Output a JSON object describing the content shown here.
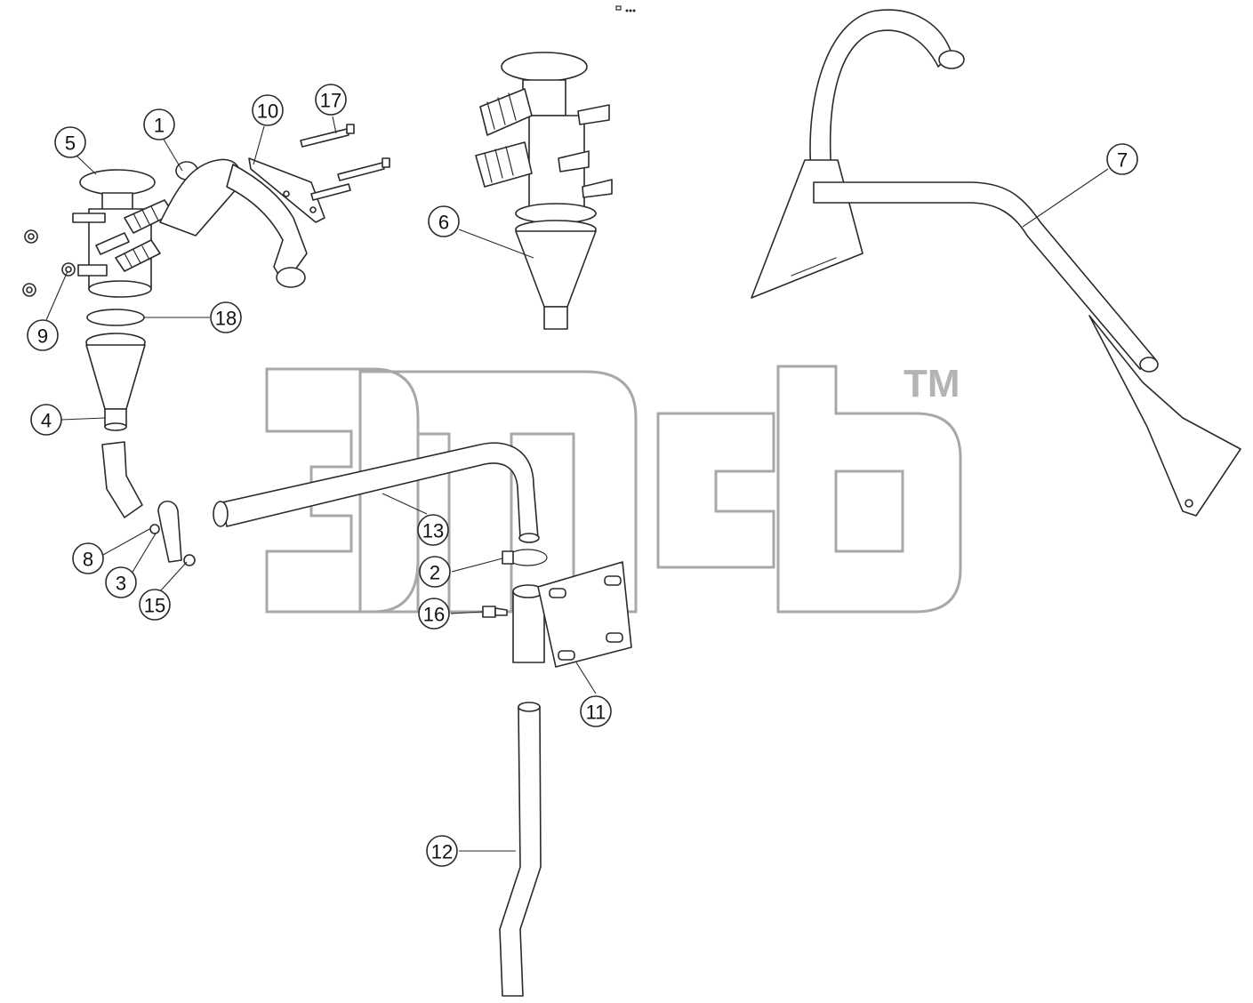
{
  "watermark": {
    "mark": "TM"
  },
  "callouts": [
    {
      "id": "1",
      "label": "1"
    },
    {
      "id": "2",
      "label": "2"
    },
    {
      "id": "3",
      "label": "3"
    },
    {
      "id": "4",
      "label": "4"
    },
    {
      "id": "5",
      "label": "5"
    },
    {
      "id": "6",
      "label": "6"
    },
    {
      "id": "7",
      "label": "7"
    },
    {
      "id": "8",
      "label": "8"
    },
    {
      "id": "9",
      "label": "9"
    },
    {
      "id": "10",
      "label": "10"
    },
    {
      "id": "11",
      "label": "11"
    },
    {
      "id": "12",
      "label": "12"
    },
    {
      "id": "13",
      "label": "13"
    },
    {
      "id": "15",
      "label": "15"
    },
    {
      "id": "16",
      "label": "16"
    },
    {
      "id": "17",
      "label": "17"
    },
    {
      "id": "18",
      "label": "18"
    }
  ]
}
